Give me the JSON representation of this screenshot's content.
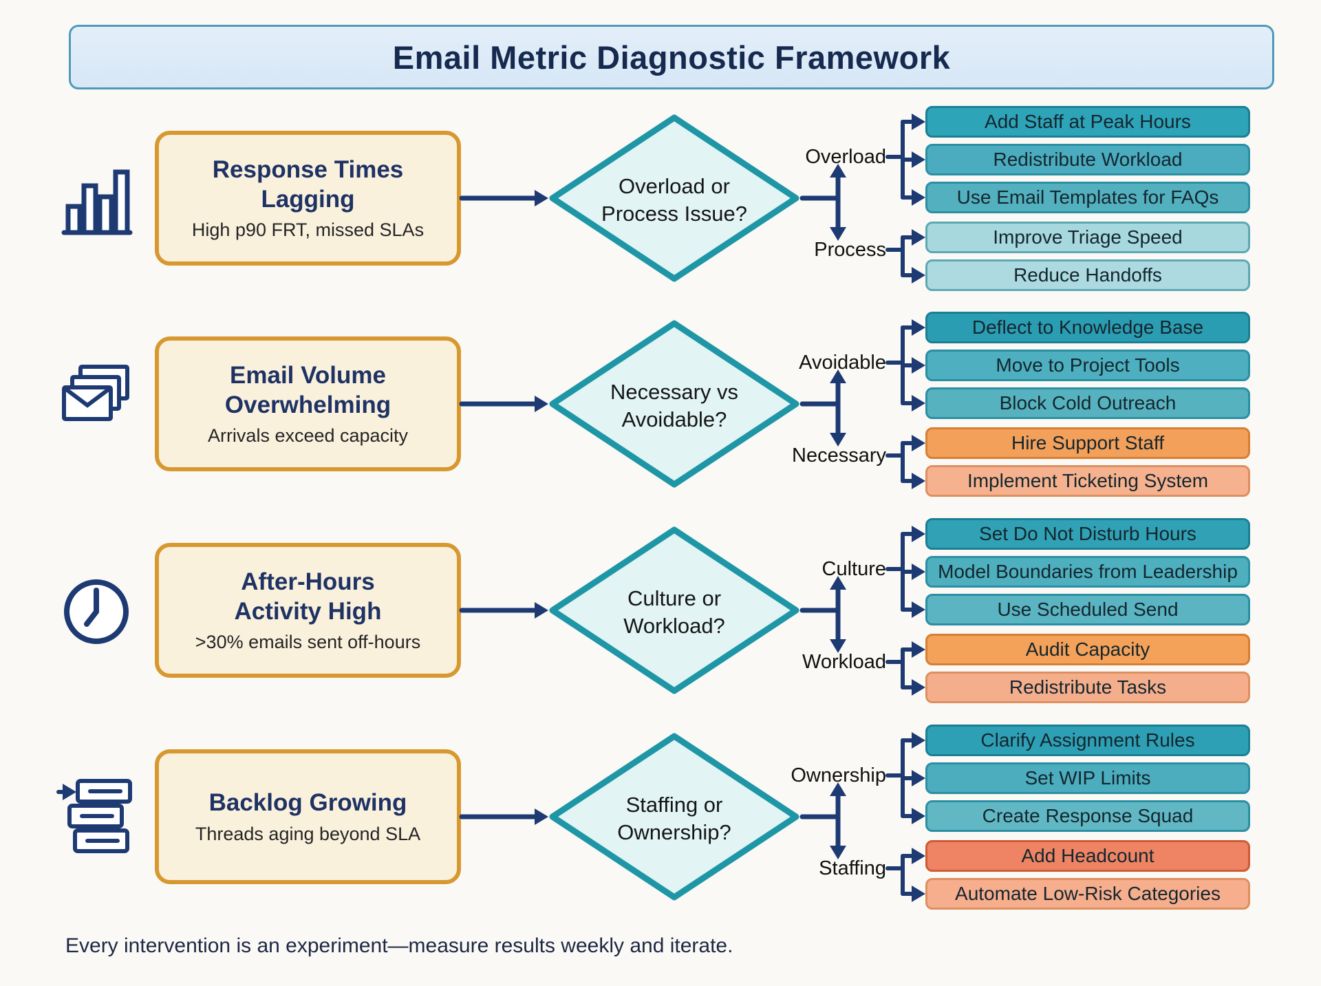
{
  "palette": {
    "background": "#FAF9F6",
    "navy": "#1E3A72",
    "title_bg": "#DCEAF7",
    "title_border": "#4E9BB8",
    "title_text": "#16294F",
    "card_bg": "#FAF1DD",
    "card_border": "#D6982F",
    "card_title": "#1E3264",
    "card_subtitle": "#242424",
    "diamond_fill": "#E2F4F4",
    "diamond_border": "#1E96A6",
    "diamond_text": "#151515",
    "label_text": "#101010",
    "pill_text": "#14262E",
    "footer_text": "#1C2742"
  },
  "title": {
    "text": "Email Metric Diagnostic Framework"
  },
  "footer": {
    "text": "Every intervention is an experiment—measure results weekly and iterate."
  },
  "rows": [
    {
      "icon": "bar-chart",
      "problem": {
        "title_lines": [
          "Response Times",
          "Lagging"
        ],
        "subtitle": "High p90 FRT, missed SLAs"
      },
      "decision": {
        "line1": "Overload or",
        "line2": "Process Issue?"
      },
      "branches": [
        {
          "label": "Overload",
          "actions": [
            {
              "text": "Add Staff at Peak Hours",
              "bg": "#2EA4B9",
              "border": "#1B7F94"
            },
            {
              "text": "Redistribute Workload",
              "bg": "#4AACBE",
              "border": "#2B8FA3"
            },
            {
              "text": "Use Email Templates for FAQs",
              "bg": "#53B0BE",
              "border": "#2B8FA3"
            }
          ]
        },
        {
          "label": "Process",
          "actions": [
            {
              "text": "Improve Triage Speed",
              "bg": "#A6D8DD",
              "border": "#5EA8B4"
            },
            {
              "text": "Reduce Handoffs",
              "bg": "#ACDAE0",
              "border": "#5EA8B4"
            }
          ]
        }
      ]
    },
    {
      "icon": "envelopes",
      "problem": {
        "title_lines": [
          "Email Volume",
          "Overwhelming"
        ],
        "subtitle": "Arrivals exceed capacity"
      },
      "decision": {
        "line1": "Necessary vs",
        "line2": "Avoidable?"
      },
      "branches": [
        {
          "label": "Avoidable",
          "actions": [
            {
              "text": "Deflect to Knowledge Base",
              "bg": "#2B9DB2",
              "border": "#1B7F94"
            },
            {
              "text": "Move to Project Tools",
              "bg": "#4DAFBF",
              "border": "#2B8FA3"
            },
            {
              "text": "Block Cold Outreach",
              "bg": "#57B2C0",
              "border": "#2B8FA3"
            }
          ]
        },
        {
          "label": "Necessary",
          "actions": [
            {
              "text": "Hire Support Staff",
              "bg": "#F3A05B",
              "border": "#D77F33"
            },
            {
              "text": "Implement Ticketing System",
              "bg": "#F6B28E",
              "border": "#DD8F60"
            }
          ]
        }
      ]
    },
    {
      "icon": "clock",
      "problem": {
        "title_lines": [
          "After-Hours",
          "Activity High"
        ],
        "subtitle": ">30% emails sent off-hours"
      },
      "decision": {
        "line1": "Culture or",
        "line2": "Workload?"
      },
      "branches": [
        {
          "label": "Culture",
          "actions": [
            {
              "text": "Set Do Not Disturb Hours",
              "bg": "#31A1B5",
              "border": "#1B7F94"
            },
            {
              "text": "Model Boundaries from Leadership",
              "bg": "#4EAFBF",
              "border": "#2B8FA3"
            },
            {
              "text": "Use Scheduled Send",
              "bg": "#5AB4C1",
              "border": "#2B8FA3"
            }
          ]
        },
        {
          "label": "Workload",
          "actions": [
            {
              "text": "Audit Capacity",
              "bg": "#F4A159",
              "border": "#D77F33"
            },
            {
              "text": "Redistribute Tasks",
              "bg": "#F5AE8C",
              "border": "#DD8F60"
            }
          ]
        }
      ]
    },
    {
      "icon": "backlog",
      "problem": {
        "title_lines": [
          "Backlog Growing"
        ],
        "subtitle": "Threads aging beyond SLA"
      },
      "decision": {
        "line1": "Staffing or",
        "line2": "Ownership?"
      },
      "branches": [
        {
          "label": "Ownership",
          "actions": [
            {
              "text": "Clarify Assignment Rules",
              "bg": "#2EA0B5",
              "border": "#1B7F94"
            },
            {
              "text": "Set WIP Limits",
              "bg": "#4CADBE",
              "border": "#2B8FA3"
            },
            {
              "text": "Create Response Squad",
              "bg": "#61B8C4",
              "border": "#2B8FA3"
            }
          ]
        },
        {
          "label": "Staffing",
          "actions": [
            {
              "text": "Add Headcount",
              "bg": "#EE8464",
              "border": "#CE5A36"
            },
            {
              "text": "Automate Low-Risk Categories",
              "bg": "#F6AE8D",
              "border": "#DD8F60"
            }
          ]
        }
      ]
    }
  ]
}
